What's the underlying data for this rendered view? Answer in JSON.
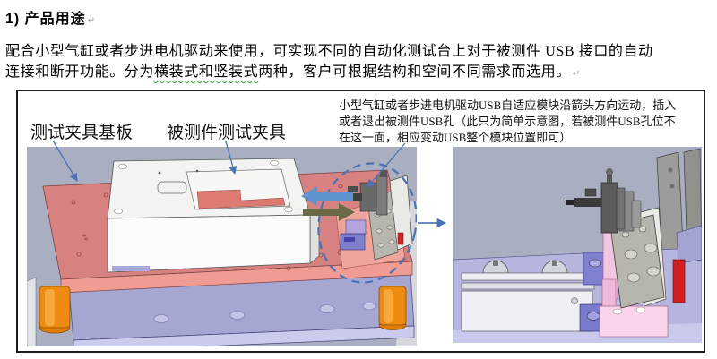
{
  "marks": {
    "paragraph_mark": "↵"
  },
  "heading": {
    "text": "1) 产品用途"
  },
  "intro": {
    "line1": "配合小型气缸或者步进电机驱动来使用，可实现不同的自动化测试台上对于被测件 USB 接口的自动",
    "line2_pre": "连接和断开功能。分为",
    "line2_wavy": "横装式和竖装式",
    "line2_post": "两种，客户可根据结构和空间不同需求而选用。"
  },
  "diagram": {
    "labels": {
      "base_plate": "测试夹具基板",
      "dut_fixture": "被测件测试夹具"
    },
    "annotation": {
      "lines": [
        "小型气缸或者步进电机驱动USB自适应模块沿箭头方向运动，插入",
        "或者退出被测件USB孔（此只为简单示意图，若被测件USB孔位不",
        "在这一面，相应变动USB整个模块位置即可）"
      ]
    },
    "icons": {
      "usb_module_highlight": "dashed-ellipse",
      "motion_arrow_blue": "arrow-left",
      "motion_arrow_olive": "arrow-right",
      "zoom_callout_arrow": "arrow-right",
      "label_leader": "leader-arrow"
    },
    "colors": {
      "leader_blue": "#4a72b8",
      "arrow_blue": "#5e93cf",
      "arrow_olive": "#6b6847",
      "cad_background": "#a9afc0",
      "plate_red_top": "#d88181",
      "plate_red_front": "#f09b93",
      "foot_orange": "#ee8a10",
      "base_lavender_top": "#a6a6d2",
      "base_lavender_front": "#cbcbee",
      "dut_box_white": "#f3f3f1",
      "module_gray": "#b7b7af",
      "accent_red_part": "#d32020",
      "pink_block": "#f2c6e0",
      "blue_block": "#8080d0",
      "spellcheck_green": "#2f9e2f"
    }
  }
}
